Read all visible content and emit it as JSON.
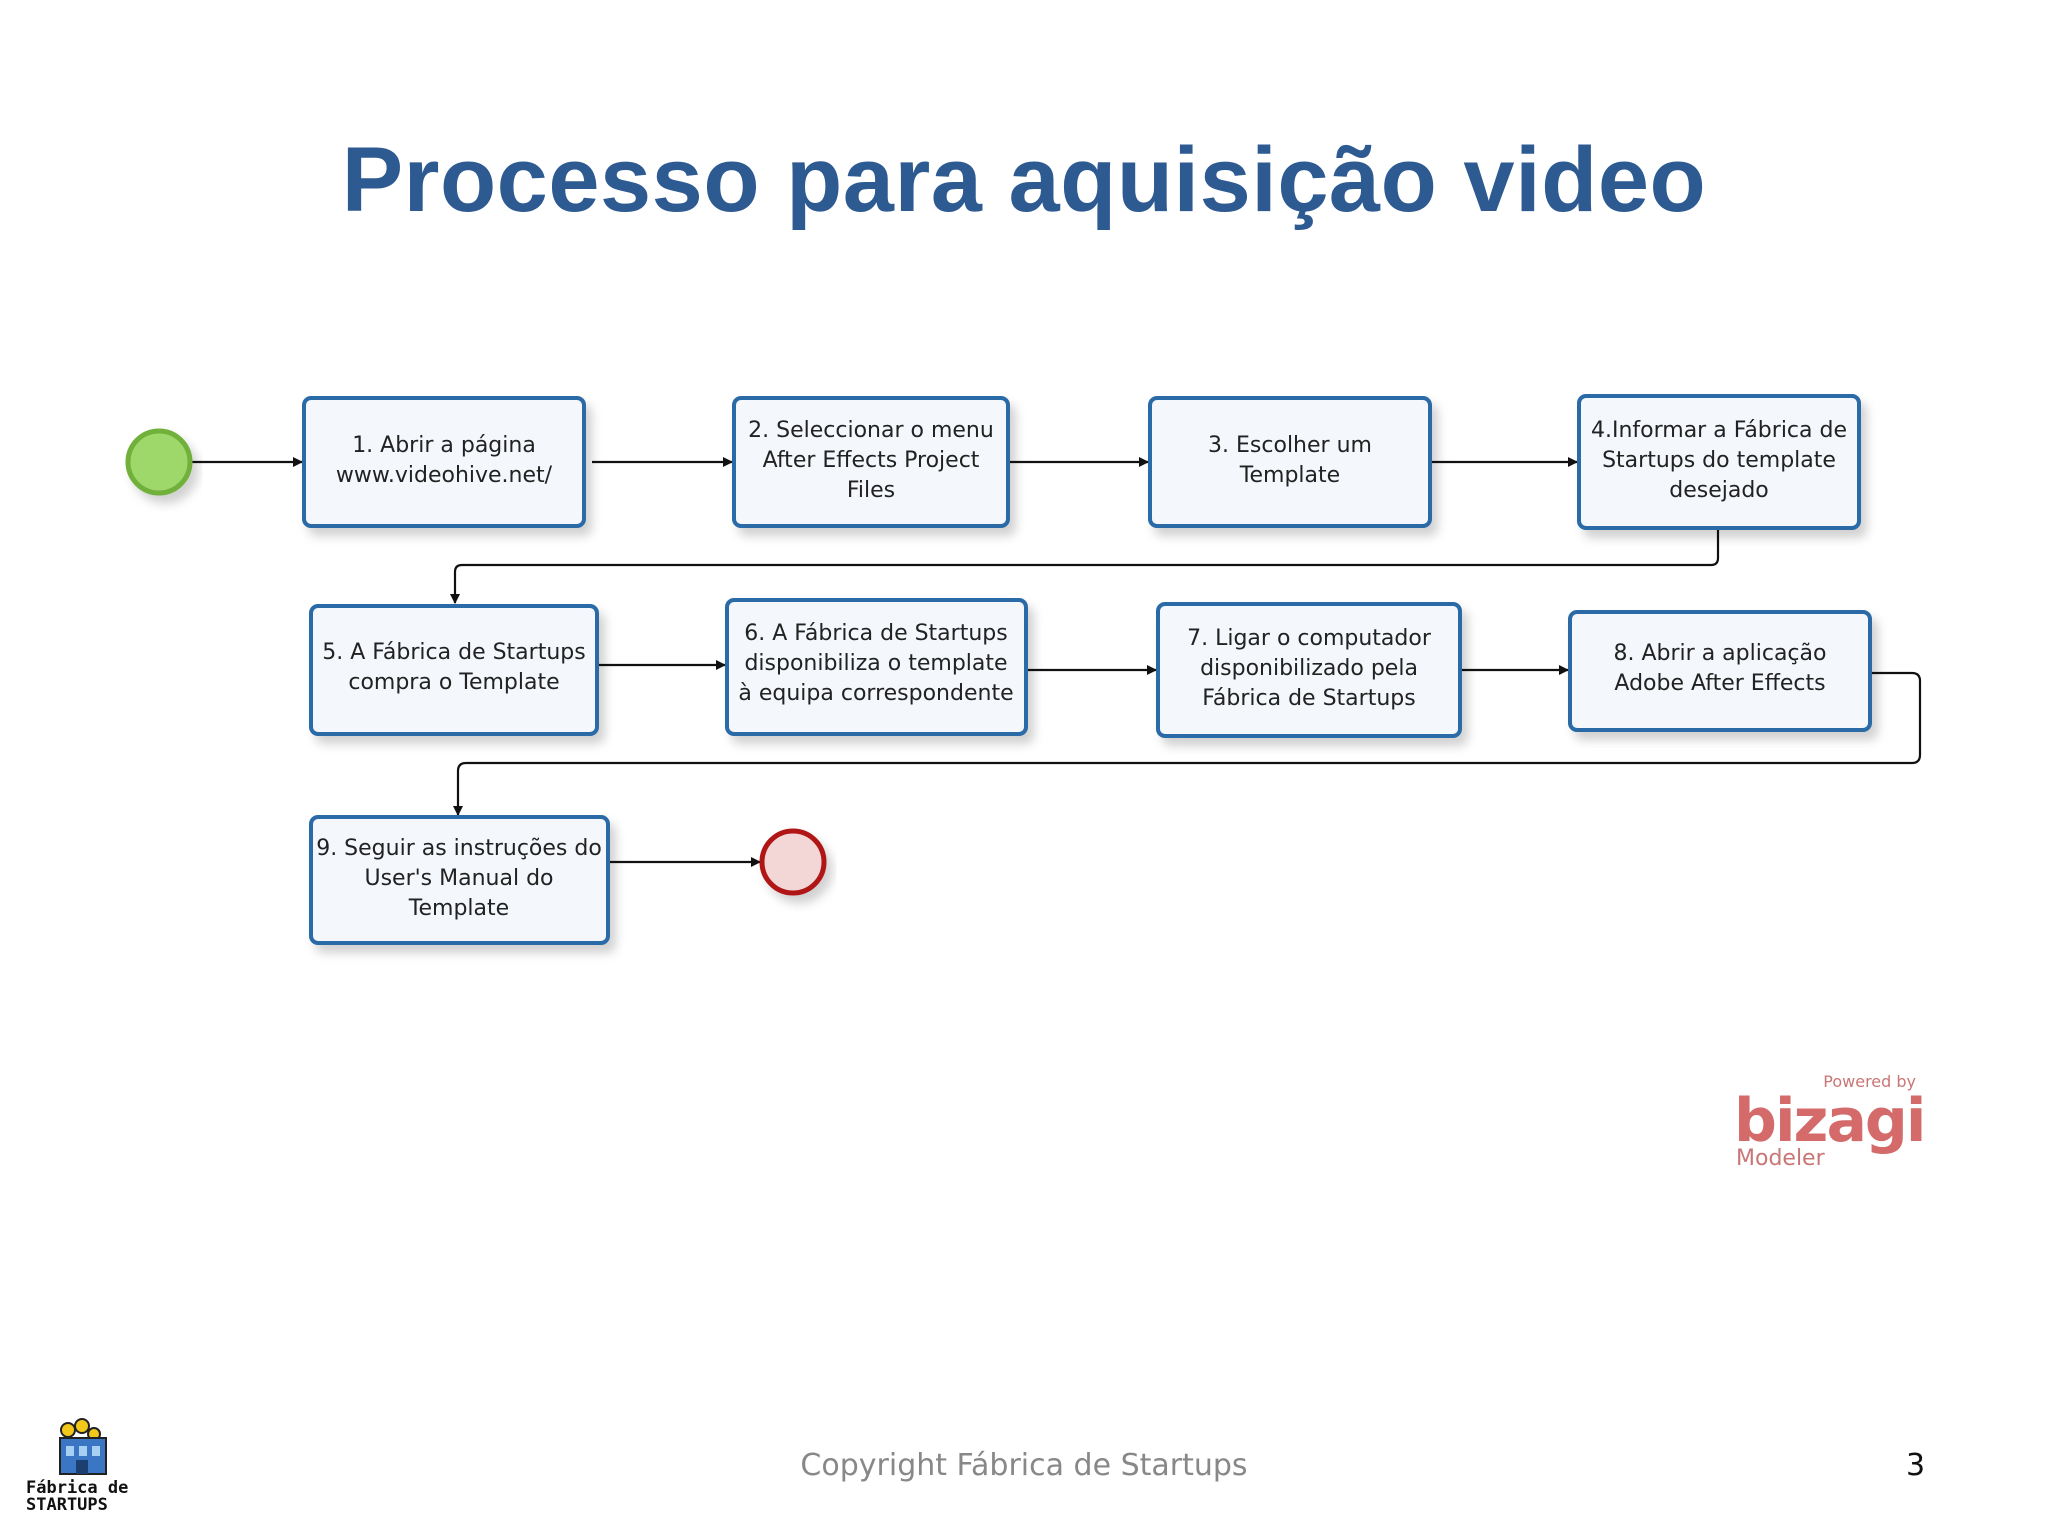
{
  "slide": {
    "title": "Processo para aquisição video",
    "footer": "Copyright Fábrica de Startups",
    "page_number": "3"
  },
  "tasks": [
    {
      "lines": [
        "1. Abrir a página",
        "www.videohive.net/"
      ]
    },
    {
      "lines": [
        "2. Seleccionar o menu",
        "After Effects Project",
        "Files"
      ]
    },
    {
      "lines": [
        "3. Escolher um",
        "Template"
      ]
    },
    {
      "lines": [
        "4.Informar a Fábrica de",
        "Startups do template",
        "desejado"
      ]
    },
    {
      "lines": [
        "5. A Fábrica de Startups",
        "compra o Template"
      ]
    },
    {
      "lines": [
        "6. A Fábrica de Startups",
        "disponibiliza o template",
        "à equipa correspondente"
      ]
    },
    {
      "lines": [
        "7. Ligar o computador",
        "disponibilizado pela",
        "Fábrica de Startups"
      ]
    },
    {
      "lines": [
        "8. Abrir a aplicação",
        "Adobe After Effects"
      ]
    },
    {
      "lines": [
        "9. Seguir as instruções do",
        "User's Manual do",
        "Template"
      ]
    }
  ],
  "events": {
    "start": {
      "color": "#9fd86a",
      "stroke": "#6fb03a"
    },
    "end": {
      "color": "#f3d6d6",
      "stroke": "#b01818"
    }
  },
  "logos": {
    "fabrica": {
      "line1": "Fábrica de",
      "line2": "STARTUPS"
    },
    "bizagi": {
      "powered": "Powered by",
      "brand": "bizagi",
      "modeler": "Modeler"
    }
  }
}
